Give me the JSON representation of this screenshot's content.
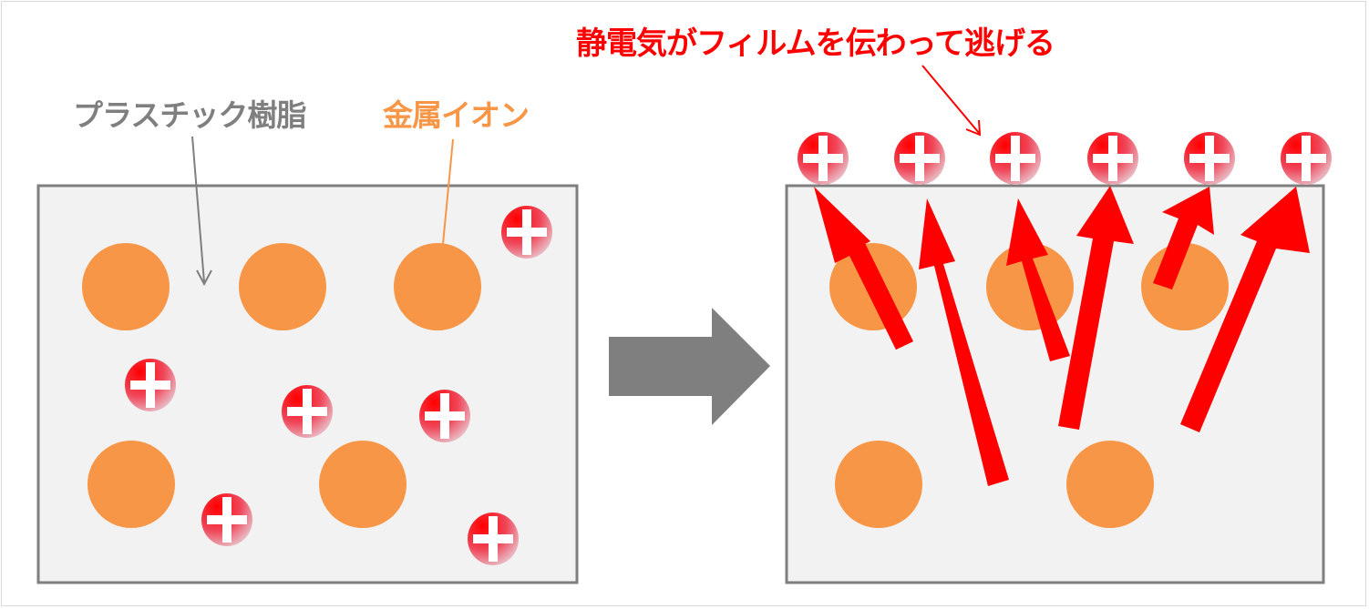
{
  "labels": {
    "plastic_resin": "プラスチック樹脂",
    "metal_ion": "金属イオン",
    "static_escapes": "静電気がフィルムを伝わって逃げる"
  },
  "colors": {
    "resin_fill": "#f2f2f2",
    "border": "#7f7f7f",
    "particle_orange": "#f79646",
    "arrow_red": "#ff0000",
    "transition_arrow": "#7f7f7f"
  },
  "panels": {
    "before": {
      "orange_particles": [
        [
          138,
          315
        ],
        [
          310,
          315
        ],
        [
          480,
          315
        ],
        [
          144,
          532
        ],
        [
          398,
          532
        ]
      ],
      "positive_charges": [
        [
          578,
          255
        ],
        [
          165,
          423
        ],
        [
          337,
          452
        ],
        [
          488,
          457
        ],
        [
          249,
          571
        ],
        [
          541,
          592
        ]
      ]
    },
    "after": {
      "orange_particles": [
        [
          958,
          315
        ],
        [
          1130,
          315
        ],
        [
          1300,
          315
        ],
        [
          964,
          532
        ],
        [
          1218,
          532
        ]
      ],
      "positive_charges_at_surface": [
        [
          903,
          174
        ],
        [
          1009,
          174
        ],
        [
          1114,
          174
        ],
        [
          1221,
          174
        ],
        [
          1327,
          174
        ],
        [
          1433,
          174
        ]
      ],
      "charge_flow_arrows": 6
    }
  }
}
